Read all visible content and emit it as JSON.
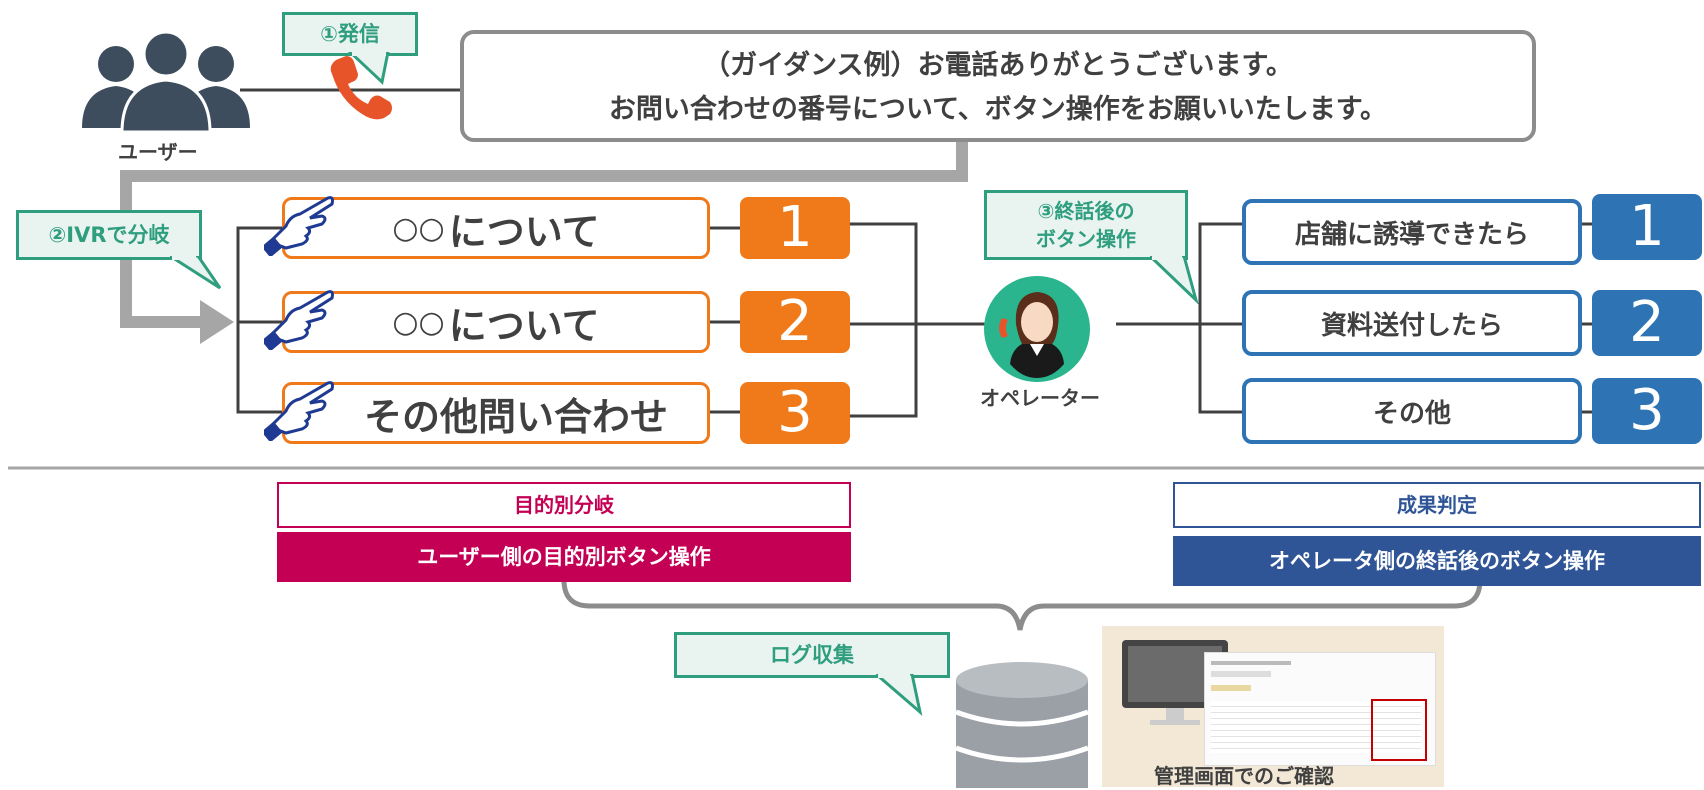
{
  "user": {
    "label": "ユーザー"
  },
  "callouts": {
    "call": "①発信",
    "ivr": "②IVRで分岐",
    "after_call_line1": "③終話後の",
    "after_call_line2": "ボタン操作",
    "log": "ログ収集"
  },
  "guidance": {
    "line1": "（ガイダンス例）お電話ありがとうございます。",
    "line2": "お問い合わせの番号について、ボタン操作をお願いいたします。"
  },
  "menu_items": [
    {
      "dots": "○○",
      "label": "について",
      "number": "1"
    },
    {
      "dots": "○○",
      "label": "について",
      "number": "2"
    },
    {
      "dots": "",
      "label": "その他問い合わせ",
      "number": "3"
    }
  ],
  "operator": {
    "label": "オペレーター"
  },
  "results": [
    {
      "label": "店舗に誘導できたら",
      "number": "1"
    },
    {
      "label": "資料送付したら",
      "number": "2"
    },
    {
      "label": "その他",
      "number": "3"
    }
  ],
  "purpose_box": {
    "title": "目的別分岐",
    "subtitle": "ユーザー側の目的別ボタン操作"
  },
  "result_box": {
    "title": "成果判定",
    "subtitle": "オペレータ側の終話後のボタン操作"
  },
  "admin": {
    "caption": "管理画面でのご確認"
  },
  "colors": {
    "orange": "#f07a1a",
    "blue": "#2e74b5",
    "teal": "#2e9e7e",
    "magenta": "#c40055",
    "navy": "#2f5597",
    "gray": "#8c8c8c",
    "dark": "#3d4d5e"
  }
}
